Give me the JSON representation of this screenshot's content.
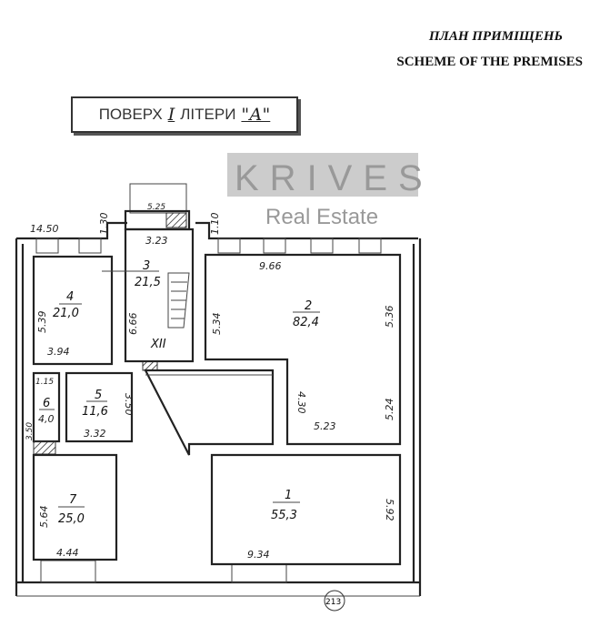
{
  "header": {
    "title_ua": "ПЛАН ПРИМІЩЕНЬ",
    "title_en": "SCHEME OF THE PREMISES"
  },
  "stamp": {
    "floor_label": "ПОВЕРХ",
    "floor_value": "I",
    "letter_label": "ЛІТЕРИ",
    "letter_value": "\"А\""
  },
  "rooms": [
    {
      "number": "1",
      "area": "55,3"
    },
    {
      "number": "2",
      "area": "82,4"
    },
    {
      "number": "3",
      "area": "21,5"
    },
    {
      "number": "4",
      "area": "21,0"
    },
    {
      "number": "5",
      "area": "11,6"
    },
    {
      "number": "6",
      "area": "4,0"
    },
    {
      "number": "7",
      "area": "25,0"
    }
  ],
  "stair_label": "XII",
  "dimensions": {
    "outer_left": "14.50",
    "left_offset": "1.30",
    "right_offset": "1.10",
    "stair_top": "5.25",
    "r3_width": "3.23",
    "r3_length": "6.66",
    "r4_height": "5.39",
    "r4_width": "3.94",
    "r2_top": "9.66",
    "r2_left": "5.34",
    "r2_right": "5.36",
    "r2_mid": "4.30",
    "r2_low_right": "5.24",
    "r2_low_width": "5.23",
    "r6_width": "1.15",
    "r6_height": "3.50",
    "r5_height": "3.50",
    "r5_width": "3.32",
    "r7_height": "5.64",
    "r7_width": "4.44",
    "r1_width": "9.34",
    "r1_height": "5.92"
  },
  "watermark": {
    "brand": "KRIVES",
    "sub": "Real Estate"
  },
  "sheet_number": "213"
}
